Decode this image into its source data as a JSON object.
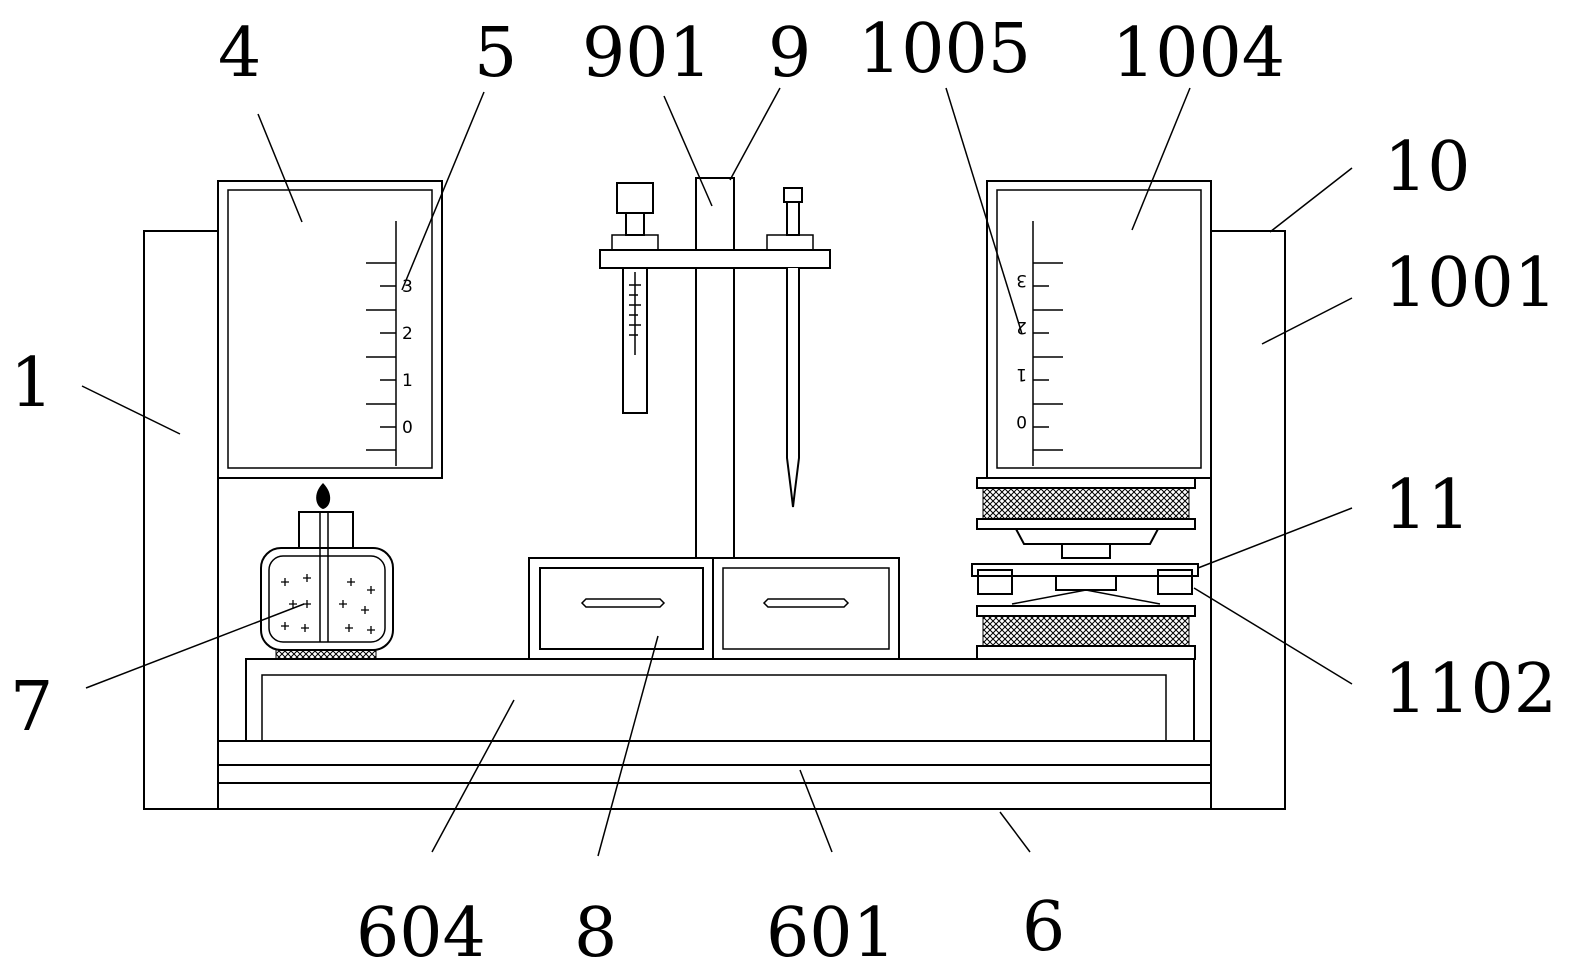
{
  "labels": {
    "l1": "1",
    "l4": "4",
    "l5": "5",
    "l901": "901",
    "l9": "9",
    "l1005": "1005",
    "l1004": "1004",
    "l10": "10",
    "l1001": "1001",
    "l11": "11",
    "l1102": "1102",
    "l7": "7",
    "l604": "604",
    "l8": "8",
    "l601": "601",
    "l6": "6"
  },
  "scale_marks": [
    "3",
    "2",
    "1",
    "0"
  ]
}
